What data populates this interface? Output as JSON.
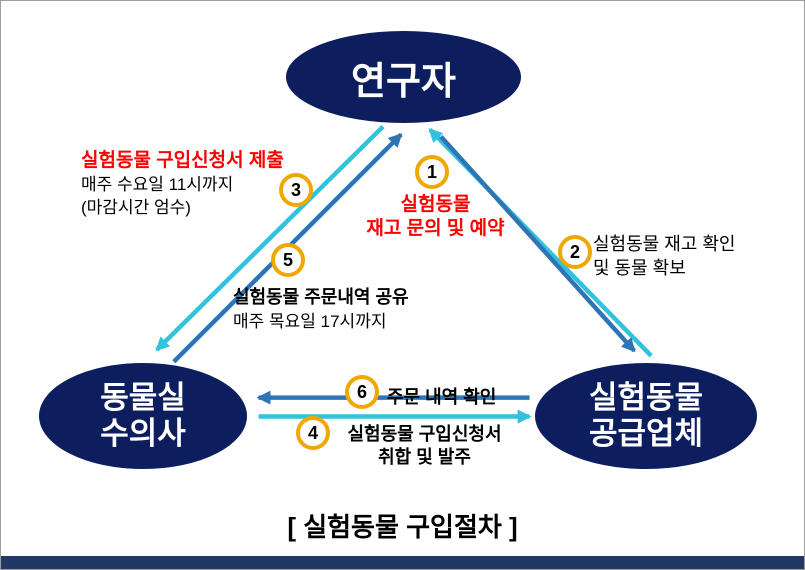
{
  "caption": "[ 실험동물 구입절차 ]",
  "nodes": {
    "researcher": {
      "label": "연구자"
    },
    "vet": {
      "line1": "동물실",
      "line2": "수의사"
    },
    "supplier": {
      "line1": "실험동물",
      "line2": "공급업체"
    }
  },
  "steps": {
    "s1": {
      "num": "1",
      "line1": "실험동물",
      "line2": "재고 문의 및 예약"
    },
    "s2": {
      "num": "2",
      "line1": "실험동물 재고 확인",
      "line2": "및 동물 확보"
    },
    "s3": {
      "num": "3",
      "title": "실험동물 구입신청서 제출",
      "line1": "매주 수요일 11시까지",
      "line2": "(마감시간 엄수)"
    },
    "s4": {
      "num": "4",
      "line1": "실험동물 구입신청서",
      "line2": "취합 및 발주"
    },
    "s5": {
      "num": "5",
      "line1": "실험동물 주문내역 공유",
      "line2": "매주 목요일 17시까지"
    },
    "s6": {
      "num": "6",
      "label": "주문 내역 확인"
    }
  },
  "colors": {
    "node_fill": "#0c1e5e",
    "node_text": "#ffffff",
    "arrow_blue": "#2e75b6",
    "arrow_cyan": "#31c3dd",
    "badge_border": "#f0a800",
    "badge_fill": "#ffffff",
    "emphasis_red": "#ff0000",
    "footer_bar": "#1f3864"
  }
}
